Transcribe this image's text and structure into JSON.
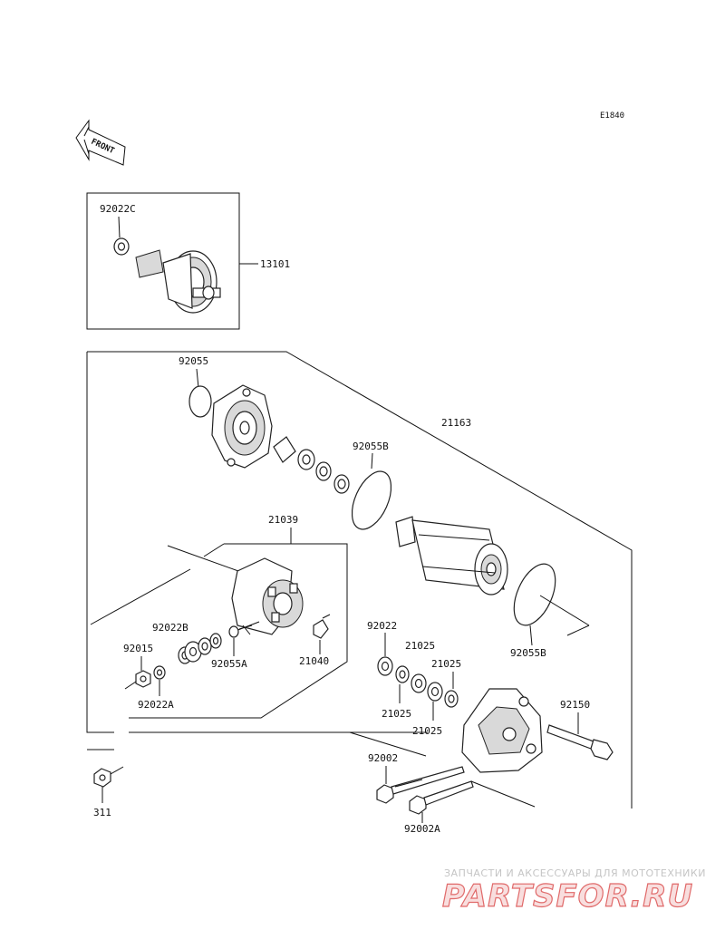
{
  "diagram_code": "E1840",
  "front_label": "FRONT",
  "parts": {
    "p92022C": "92022C",
    "p13101": "13101",
    "p92055": "92055",
    "p21163": "21163",
    "p92055B_top": "92055B",
    "p21039": "21039",
    "p92022B": "92022B",
    "p92015": "92015",
    "p92022A": "92022A",
    "p92055A": "92055A",
    "p21040": "21040",
    "p92022": "92022",
    "p21025_a": "21025",
    "p21025_b": "21025",
    "p21025_c": "21025",
    "p21025_d": "21025",
    "p92055B_bottom": "92055B",
    "p92150": "92150",
    "p92002": "92002",
    "p92002A": "92002A",
    "p311": "311"
  },
  "watermark": {
    "tagline": "ЗАПЧАСТИ И АКСЕССУАРЫ ДЛЯ МОТОТЕХНИКИ",
    "brand": "PARTSFOR.RU"
  }
}
